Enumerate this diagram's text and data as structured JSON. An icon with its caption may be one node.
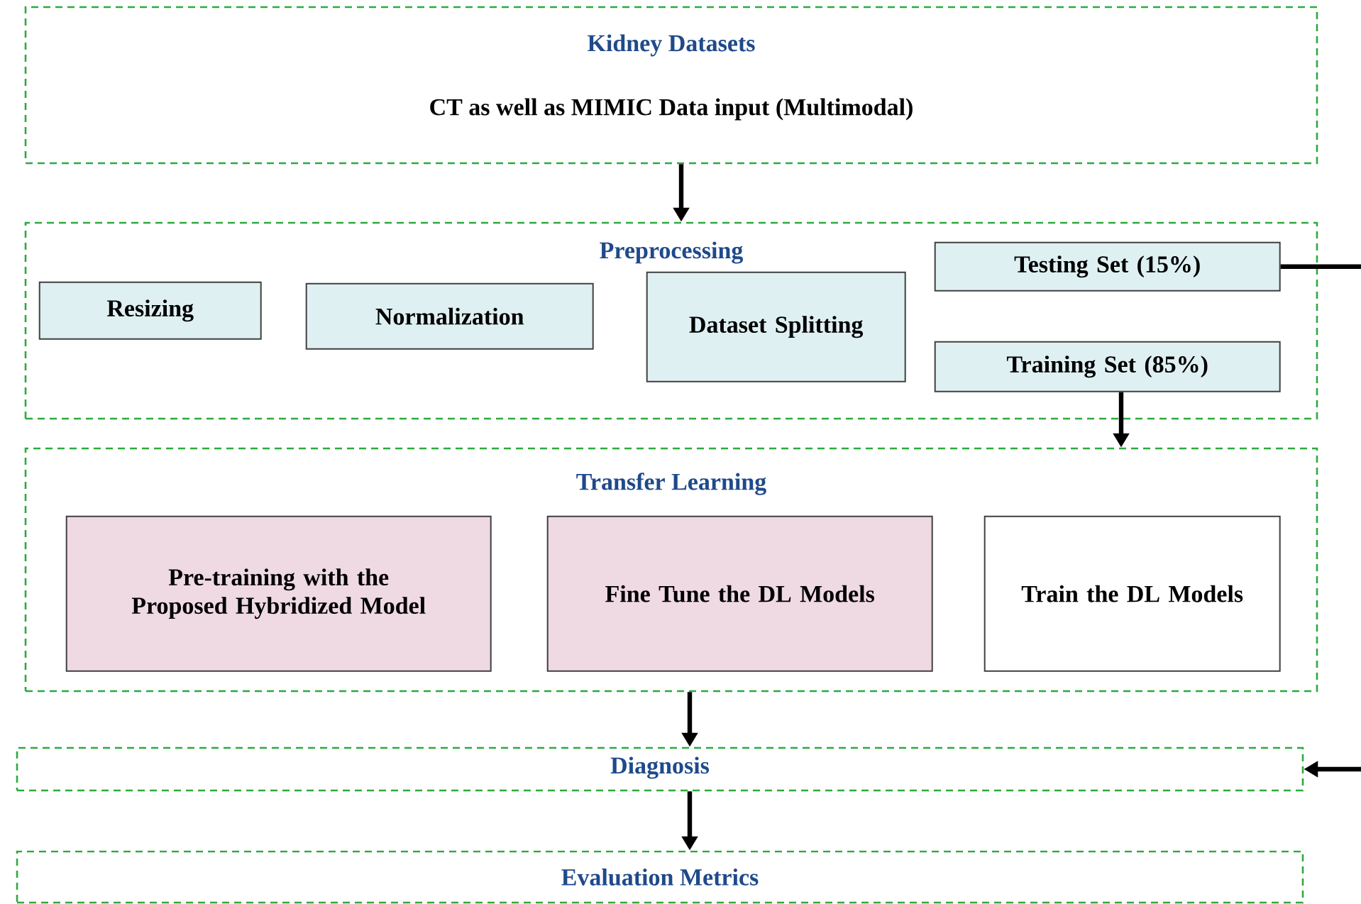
{
  "diagram": {
    "nodes": [
      {
        "text": [
          "Kidney Datasets",
          "CT as well as MIMIC Data input (Multimodal)"
        ]
      },
      {
        "text": [
          "Preprocessing"
        ]
      },
      {
        "text": [
          "Resizing"
        ],
        "in": 1
      },
      {
        "text": [
          "Normalization"
        ],
        "in": 1
      },
      {
        "text": [
          "Dataset Splitting"
        ],
        "in": 1
      },
      {
        "text": [
          "Testing Set (15%)"
        ],
        "in": 1
      },
      {
        "text": [
          "Training Set (85%)"
        ],
        "in": 1
      },
      {
        "text": [
          "Transfer Learning"
        ]
      },
      {
        "text": [
          "Pre-training with the Proposed Hybridized Model"
        ],
        "in": 7
      },
      {
        "text": [
          "Fine Tune the DL Models"
        ],
        "in": 7
      },
      {
        "text": [
          "Train the DL Models"
        ],
        "in": 7
      },
      {
        "text": [
          "Diagnosis"
        ]
      },
      {
        "text": [
          "Evaluation Metrics"
        ]
      }
    ],
    "edges": [
      {
        "from": 0,
        "to": 1,
        "arrow": "to"
      },
      {
        "from": 6,
        "to": 7,
        "arrow": "to"
      },
      {
        "from": 5,
        "to": 11,
        "arrow": "to"
      },
      {
        "from": 7,
        "to": 11,
        "arrow": "to"
      },
      {
        "from": 11,
        "to": 12,
        "arrow": "to"
      }
    ]
  }
}
